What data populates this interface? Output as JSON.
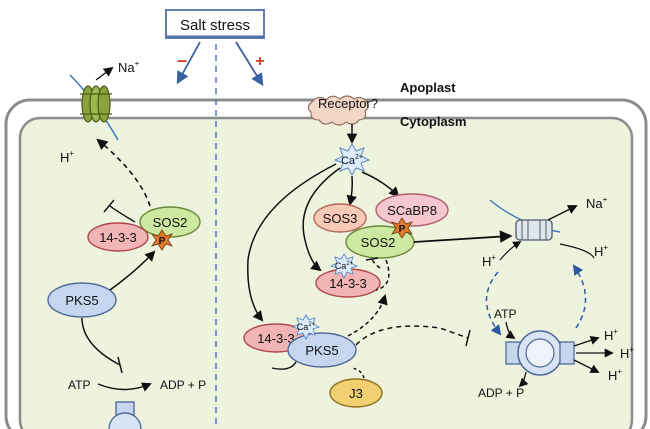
{
  "stimulus": {
    "label": "Salt stress",
    "minus": "–",
    "plus": "+"
  },
  "compartments": {
    "apoplast": "Apoplast",
    "cytoplasm": "Cytoplasm"
  },
  "receptor": "Receptor?",
  "ions": {
    "calcium": "Ca",
    "calcium_sup": "2+",
    "sodium": "Na",
    "sodium_sup": "+",
    "proton": "H",
    "proton_sup": "+"
  },
  "proteins": {
    "sos2": "SOS2",
    "sos3": "SOS3",
    "scabp8": "SCaBP8",
    "protein_1433": "14-3-3",
    "pks5": "PKS5",
    "j3": "J3",
    "phospho": "P"
  },
  "reactions": {
    "atp": "ATP",
    "adp": "ADP + P"
  },
  "colors": {
    "cell_fill": "#eef3de",
    "wall": "#8c8c8c",
    "sos2": "#cde8a0",
    "sos3": "#f7c9b6",
    "scabp8": "#f6c7cf",
    "p1433": "#f2b5b5",
    "pks5": "#c5d6ee",
    "j3": "#f0d070",
    "channel": "#8aa23a",
    "arrow_red": "#d23a2a",
    "arrow_blue": "#3a5fa0"
  }
}
